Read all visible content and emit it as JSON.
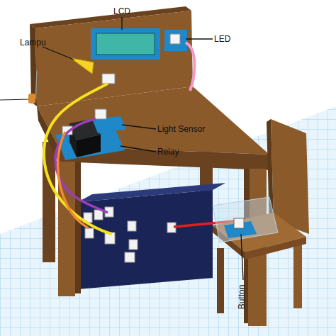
{
  "diagram": {
    "labels": [
      "LCD",
      "LED",
      "Lampu",
      "Light Sensor",
      "Relay",
      "Button"
    ]
  }
}
